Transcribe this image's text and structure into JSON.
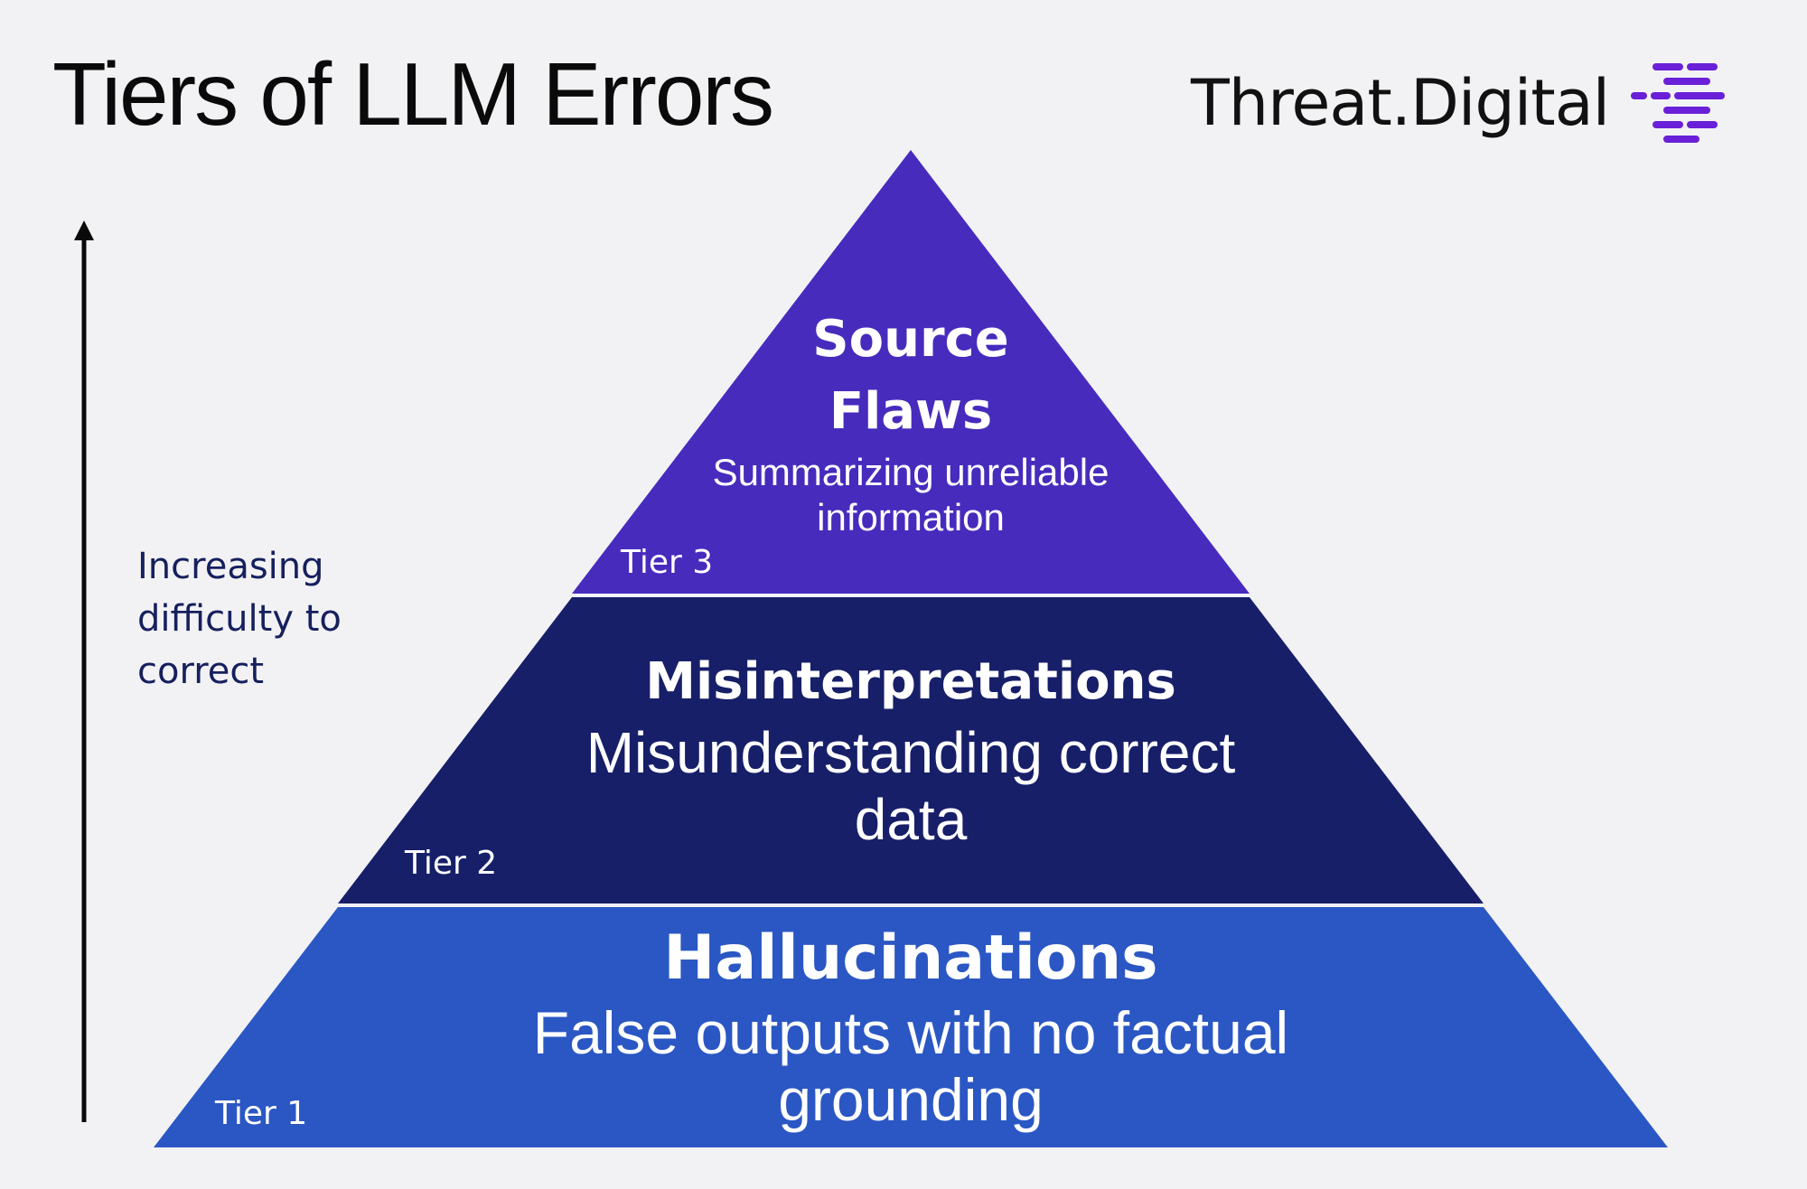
{
  "title": "Tiers of LLM Errors",
  "logo": {
    "text": "Threat.Digital",
    "mark_icon": "dashed-lines-logo-icon",
    "mark_color": "#6a1fd8"
  },
  "axis": {
    "label_lines": [
      "Increasing",
      "difficulty to",
      "correct"
    ],
    "arrow_icon": "up-arrow-icon"
  },
  "tiers": [
    {
      "tag": "Tier 1",
      "name_lines": [
        "Hallucinations"
      ],
      "desc_lines": [
        "False outputs with no factual",
        "grounding"
      ],
      "color": "#2b57c4"
    },
    {
      "tag": "Tier 2",
      "name_lines": [
        "Misinterpretations"
      ],
      "desc_lines": [
        "Misunderstanding correct",
        "data"
      ],
      "color": "#171f69"
    },
    {
      "tag": "Tier 3",
      "name_lines": [
        "Source",
        "Flaws"
      ],
      "desc_lines": [
        "Summarizing unreliable",
        "information"
      ],
      "color": "#472bbd"
    }
  ]
}
